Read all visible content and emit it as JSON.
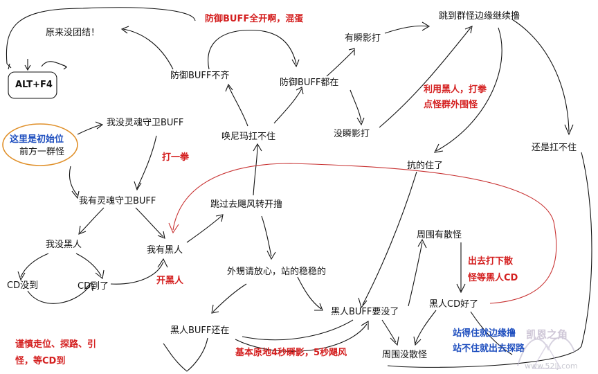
{
  "nodes": {
    "alt_f4": "ALT+F4",
    "no_unity": "原来没团结！",
    "defense_uneven": "防御BUFF不齐",
    "defense_all": "防御BUFF都在",
    "has_blink": "有瞬影打",
    "jump_edge": "跳到群怪边缘继续撸",
    "no_blink": "没瞬影打",
    "still_cant_tank": "还是扛不住",
    "start_pos_label": "这里是初始位",
    "front_mobs": "前方一群怪",
    "no_soul_buff": "我没灵魂守卫BUFF",
    "call_hold": "唤尼玛扛不住",
    "has_soul_buff": "我有灵魂守卫BUFF",
    "skip_storm": "跳过去飓风转开撸",
    "no_black": "我没黑人",
    "has_black": "我有黑人",
    "cd_not_ready": "CD没到",
    "cd_ready": "CD到了",
    "can_tank": "抗的住了",
    "scattered_mobs": "周围有散怪",
    "relax": "外甥请放心，站的稳稳的",
    "black_buff_ending": "黑人BUFF要没了",
    "black_cd_ready": "黑人CD好了",
    "black_buff_active": "黑人BUFF还在",
    "no_scattered_mobs": "周围没散怪"
  },
  "annotations": {
    "defense_all_on": "防御BUFF全开啊，混蛋",
    "use_black_punch_1": "利用黑人，打拳",
    "use_black_punch_2": "点怪群外围怪",
    "punch": "打一拳",
    "open_black": "开黑人",
    "go_scattered_1": "出去打下散",
    "go_scattered_2": "怪等黑人CD",
    "careful_1": "谨慎走位、探路、引",
    "careful_2": "怪，等CD到",
    "basic_spot": "基本原地4秒瞬影，5秒飓风",
    "edge_tip_1": "站得住就边缘撸",
    "edge_tip_2": "站不住就出去探路"
  },
  "watermark": {
    "site_name": "凯恩之角",
    "url": "www.52lj.com"
  },
  "colors": {
    "annotation_red": "#d42020",
    "annotation_blue": "#1f4fbf",
    "circle_orange": "#e0902a",
    "line_black": "#111111"
  }
}
